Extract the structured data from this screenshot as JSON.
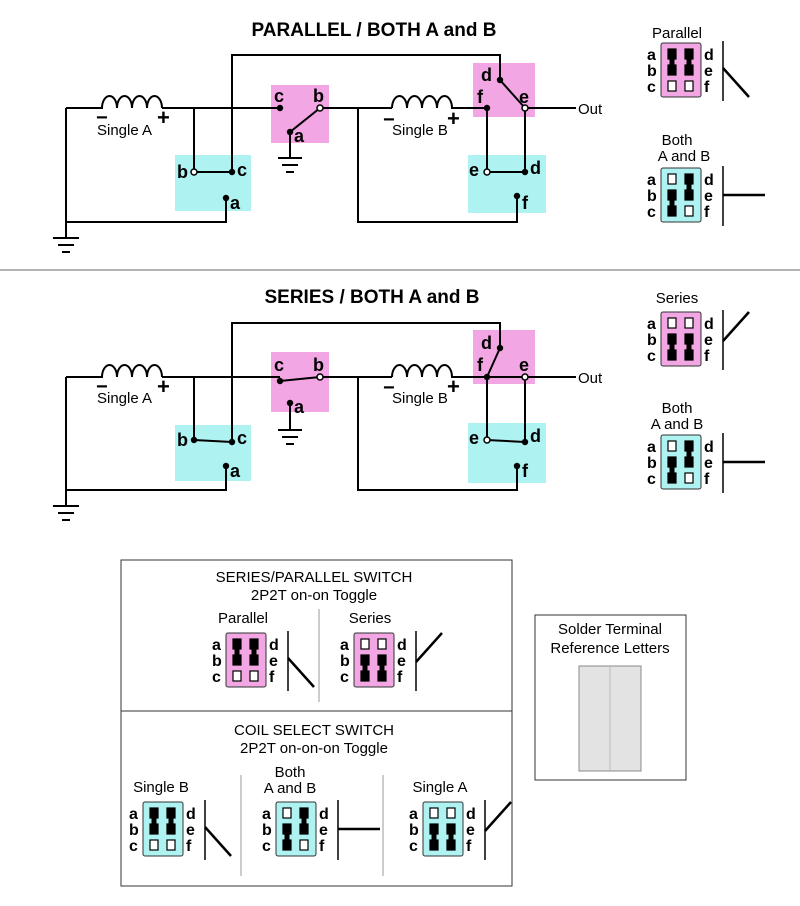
{
  "colors": {
    "pink": "#f2a6e3",
    "cyan": "#aef2f2",
    "gray": "#e3e3e3",
    "wire": "#000000"
  },
  "terminals": [
    "a",
    "b",
    "c",
    "d",
    "e",
    "f"
  ],
  "labels": {
    "single_a": "Single A",
    "single_b": "Single B",
    "out": "Out",
    "minus": "−",
    "plus": "+"
  },
  "parallel_diagram": {
    "title": "PARALLEL / BOTH A and B"
  },
  "series_diagram": {
    "title": "SERIES / BOTH A and B"
  },
  "side_icons": {
    "parallel": "Parallel",
    "both1": "Both",
    "both2": "A and B",
    "series": "Series"
  },
  "legend": {
    "sp_title": "SERIES/PARALLEL SWITCH",
    "sp_subtitle": "2P2T on-on Toggle",
    "parallel": "Parallel",
    "series": "Series",
    "cs_title": "COIL SELECT SWITCH",
    "cs_subtitle": "2P2T on-on-on Toggle",
    "single_b": "Single B",
    "both1": "Both",
    "both2": "A and B",
    "single_a": "Single A"
  },
  "reference": {
    "title1": "Solder Terminal",
    "title2": "Reference Letters"
  }
}
